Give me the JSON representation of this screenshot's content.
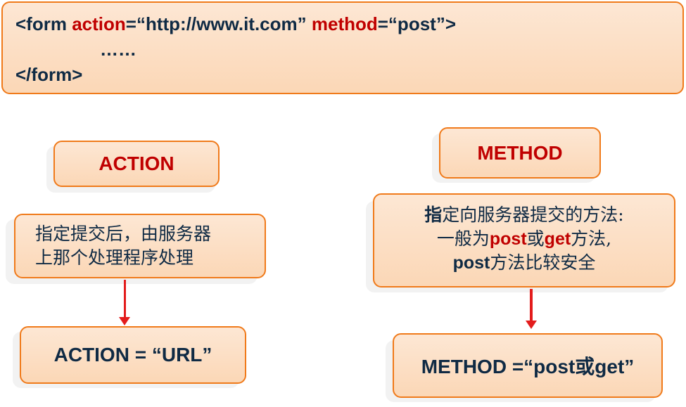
{
  "code": {
    "line1_open": "<form ",
    "line1_action_kw": "action",
    "line1_action_val": "=“http://www.it.com” ",
    "line1_method_kw": "method",
    "line1_method_val": "=“post”>",
    "line2": "……",
    "line3": "</form>"
  },
  "action": {
    "header": "ACTION",
    "desc_line1": "指定提交后，由服务器",
    "desc_line2": "上那个处理程序处理",
    "value": "ACTION = “URL”"
  },
  "method": {
    "header": "METHOD",
    "desc_line1_bold": "指",
    "desc_line1_rest": "定向服务器提交的方法:",
    "desc_line2_pre": "一般为",
    "desc_line2_post": "post",
    "desc_line2_or": "或",
    "desc_line2_get": "get",
    "desc_line2_end": "方法,",
    "desc_line3_post": "post",
    "desc_line3_rest": "方法比较安全",
    "value": "METHOD =“post或get”"
  },
  "colors": {
    "border": "#f07a1a",
    "fill": "#fbd7b6",
    "keyword": "#c00000",
    "text": "#0f2a44",
    "arrow": "#e31c1c"
  }
}
